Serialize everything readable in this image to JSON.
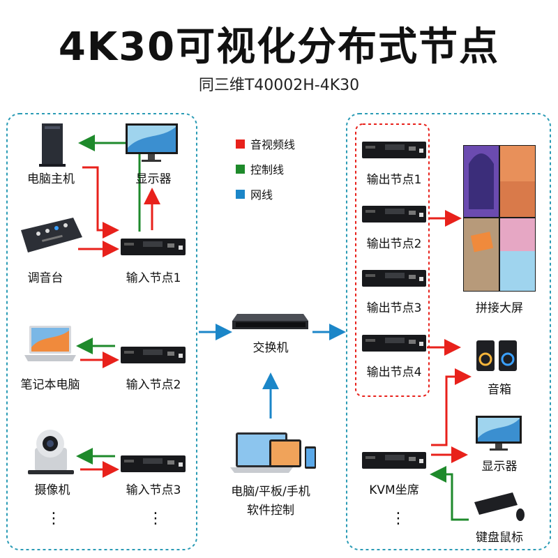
{
  "title": "4K30可视化分布式节点",
  "subtitle": "同三维T40002H-4K30",
  "legend": [
    {
      "label": "音视频线",
      "color": "#e8211b"
    },
    {
      "label": "控制线",
      "color": "#1e8a2b"
    },
    {
      "label": "网线",
      "color": "#1b86c8"
    }
  ],
  "left": {
    "pc_host": "电脑主机",
    "monitor": "显示器",
    "mixer": "调音台",
    "input1": "输入节点1",
    "laptop": "笔记本电脑",
    "input2": "输入节点2",
    "camera": "摄像机",
    "input3": "输入节点3",
    "more_a": "⋮",
    "more_b": "⋮"
  },
  "center": {
    "switch": "交换机",
    "control_line1": "电脑/平板/手机",
    "control_line2": "软件控制"
  },
  "right": {
    "output1": "输出节点1",
    "output2": "输出节点2",
    "output3": "输出节点3",
    "output4": "输出节点4",
    "video_wall": "拼接大屏",
    "speaker": "音箱",
    "monitor": "显示器",
    "kvm": "KVM坐席",
    "keyboard_mouse": "键盘鼠标",
    "more": "⋮"
  },
  "colors": {
    "av": "#e8211b",
    "control": "#1e8a2b",
    "network": "#1b86c8",
    "border_blue": "#2a9bb5",
    "border_red": "#e8211b"
  }
}
